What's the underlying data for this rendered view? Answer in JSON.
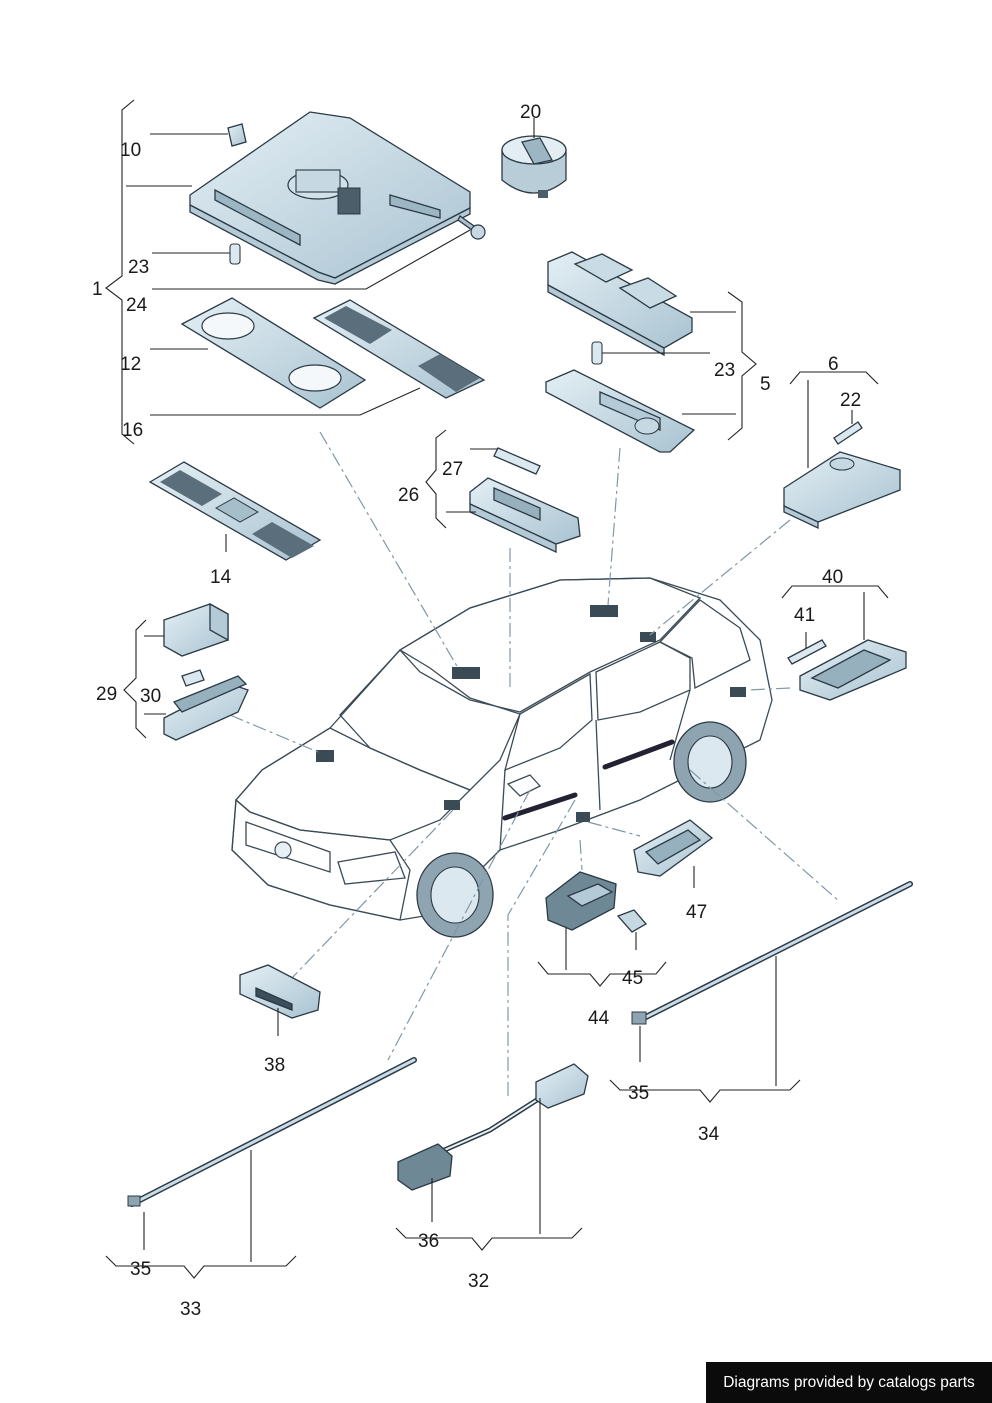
{
  "labels": {
    "l1": "1",
    "l5": "5",
    "l6": "6",
    "l10": "10",
    "l12": "12",
    "l14": "14",
    "l16": "16",
    "l20": "20",
    "l22": "22",
    "l23a": "23",
    "l23b": "23",
    "l24": "24",
    "l26": "26",
    "l27": "27",
    "l29": "29",
    "l30": "30",
    "l32": "32",
    "l33": "33",
    "l34": "34",
    "l35a": "35",
    "l35b": "35",
    "l36": "36",
    "l38": "38",
    "l40": "40",
    "l41": "41",
    "l44": "44",
    "l45": "45",
    "l47": "47"
  },
  "credit": "Diagrams provided by catalogs parts",
  "colors": {
    "part_fill": "#c9dde7",
    "part_dark": "#6f8896",
    "car_fill": "#d8e7ef",
    "glass": "#9fbccb",
    "ink": "#1a1a1a"
  }
}
